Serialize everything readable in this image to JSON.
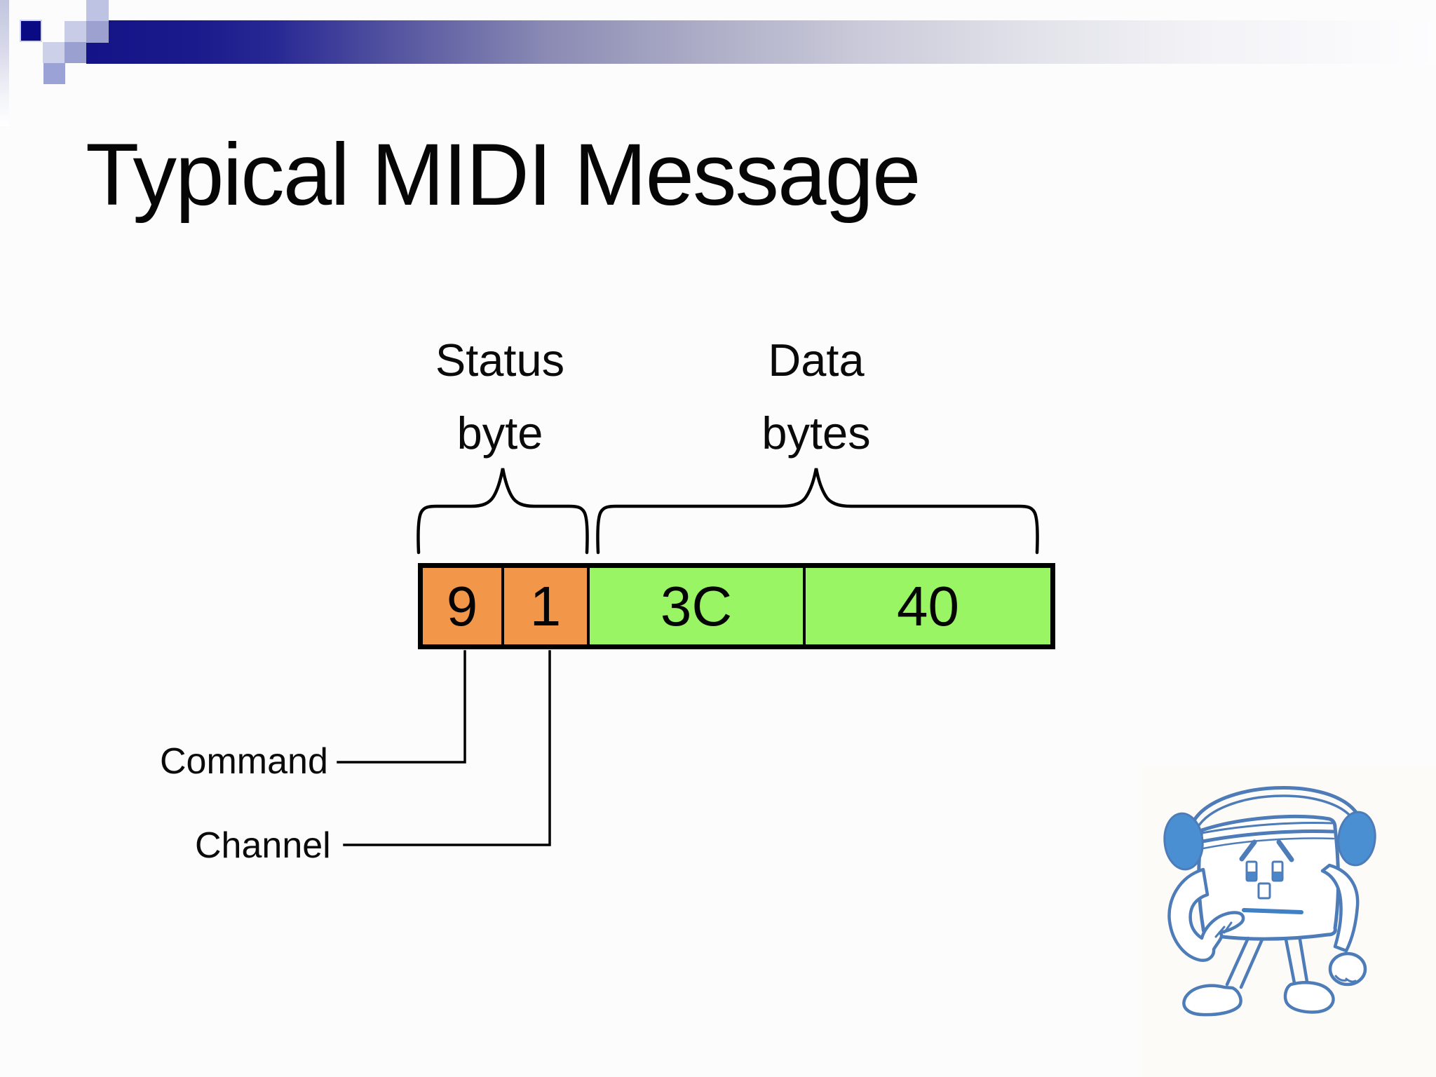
{
  "slide": {
    "title": "Typical MIDI Message",
    "status_label": {
      "line1": "Status",
      "line2": "byte"
    },
    "data_label": {
      "line1": "Data",
      "line2": "bytes"
    },
    "message_bytes": [
      {
        "value": "9",
        "group": "status"
      },
      {
        "value": "1",
        "group": "status"
      },
      {
        "value": "3C",
        "group": "data"
      },
      {
        "value": "40",
        "group": "data"
      }
    ],
    "callouts": [
      {
        "label": "Command",
        "target_value": "9"
      },
      {
        "label": "Channel",
        "target_value": "1"
      }
    ],
    "colors": {
      "status_cell": "#F2964A",
      "data_cell": "#99F564",
      "header_navy": "#141488",
      "mascot_blue": "#4D7CB8"
    },
    "mascot": {
      "description": "Worried cartoon character wearing blue headphones"
    }
  }
}
